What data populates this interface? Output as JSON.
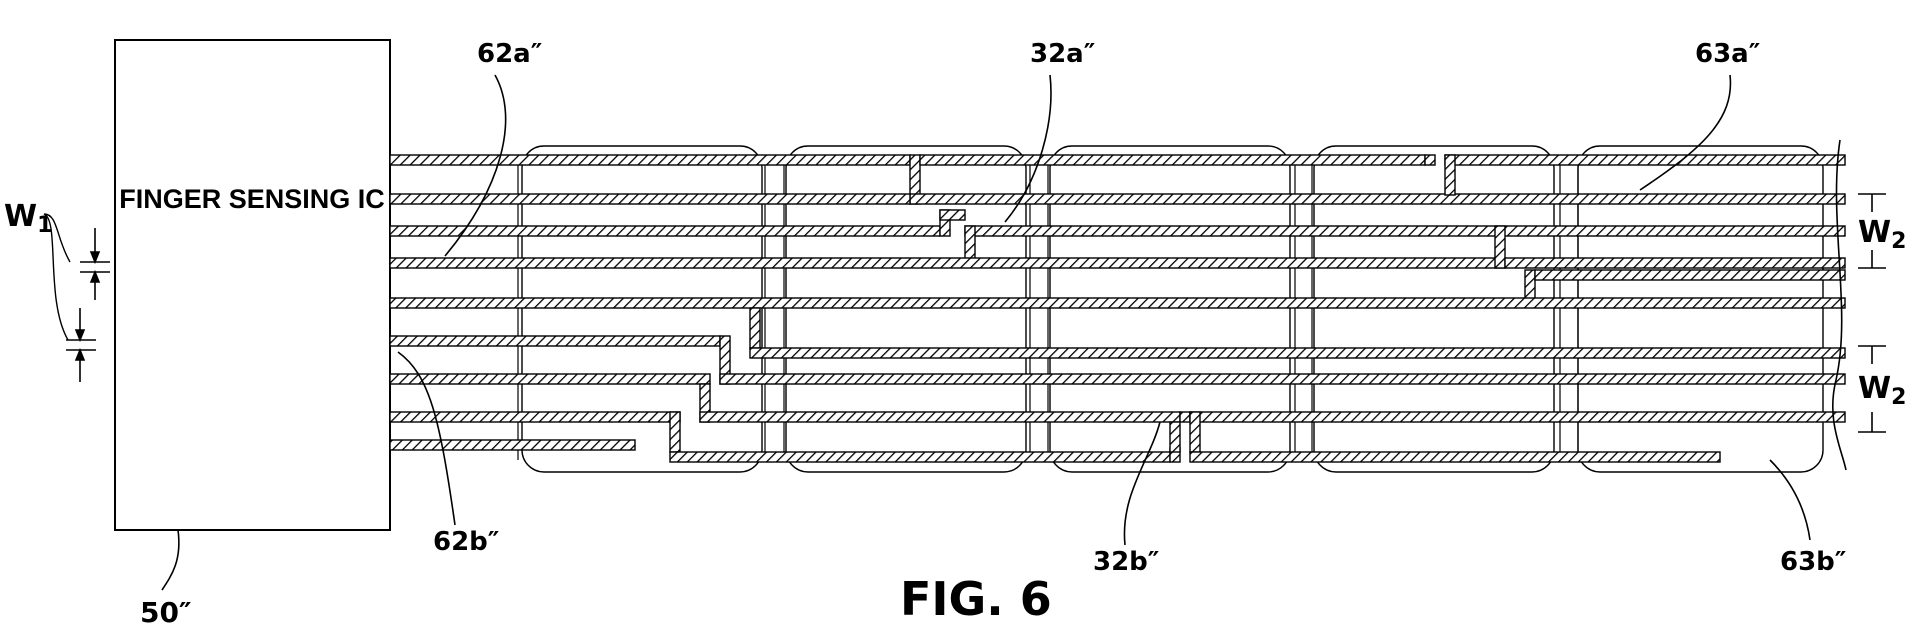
{
  "figure": {
    "caption": "FIG. 6",
    "ic_label": "FINGER SENSING IC",
    "ic_ref": "50″",
    "w1_label": "W",
    "w1_sub": "1",
    "w2_label": "W",
    "w2_sub": "2",
    "refs": {
      "r62a": "62a″",
      "r32a": "32a″",
      "r63a": "63a″",
      "r62b": "62b″",
      "r32b": "32b″",
      "r63b": "63b″"
    }
  }
}
